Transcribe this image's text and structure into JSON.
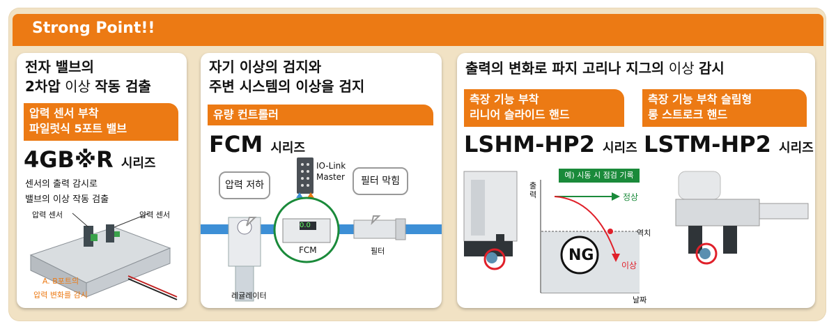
{
  "header": {
    "title": "Strong Point!!"
  },
  "panel1": {
    "heading_line1": "전자 밸브의",
    "heading_line2_bold_a": "2차압",
    "heading_line2_light": " 이상 ",
    "heading_line2_bold_b": "작동 검출",
    "tag_line1": "압력 센서 부착",
    "tag_line2": "파일럿식 5포트 밸브",
    "series_model": "4GB※R",
    "series_suffix": "시리즈",
    "desc_line1": "센서의 출력 감시로",
    "desc_line2": "밸브의 이상 작동 검출",
    "label_sensor_left": "압력 센서",
    "label_sensor_right": "압력 센서",
    "label_port_line1": "A. B포트의",
    "label_port_line2": "압력 변화를 감시"
  },
  "panel2": {
    "heading_line1": "자기 이상의 검지와",
    "heading_line2": "주변 시스템의 이상을 검지",
    "tag": "유량 컨트롤러",
    "series_model": "FCM",
    "series_suffix": "시리즈",
    "bubble_left": "압력 저하",
    "bubble_right": "필터 막힘",
    "iolink_line1": "IO-Link",
    "iolink_line2": "Master",
    "label_fcm": "FCM",
    "label_filter": "필터",
    "label_regulator": "레귤레이터",
    "display_value": "0.0"
  },
  "panel3": {
    "heading_bold_a": "출력의 변화로 파지 고리나 지그의",
    "heading_light": " 이상 ",
    "heading_bold_b": "감시",
    "tag_left_line1": "측장 기능 부착",
    "tag_left_line2": "리니어 슬라이드 핸드",
    "tag_right_line1": "측장 기능 부착 슬림형",
    "tag_right_line2": "롱 스트로크 핸드",
    "series_left_model": "LSHM-HP2",
    "series_left_suffix": "시리즈",
    "series_right_model": "LSTM-HP2",
    "series_right_suffix": "시리즈",
    "graph": {
      "example_label": "예) 시동 시 점검 기록",
      "y_label": "출력",
      "x_label": "날짜",
      "normal_label": "정상",
      "threshold_label": "역치",
      "abnormal_label": "이상",
      "ng_label": "NG"
    }
  },
  "colors": {
    "accent": "#ec7a14",
    "green": "#1a8a3a",
    "red": "#e0202a",
    "frame": "#f1e2c4"
  }
}
